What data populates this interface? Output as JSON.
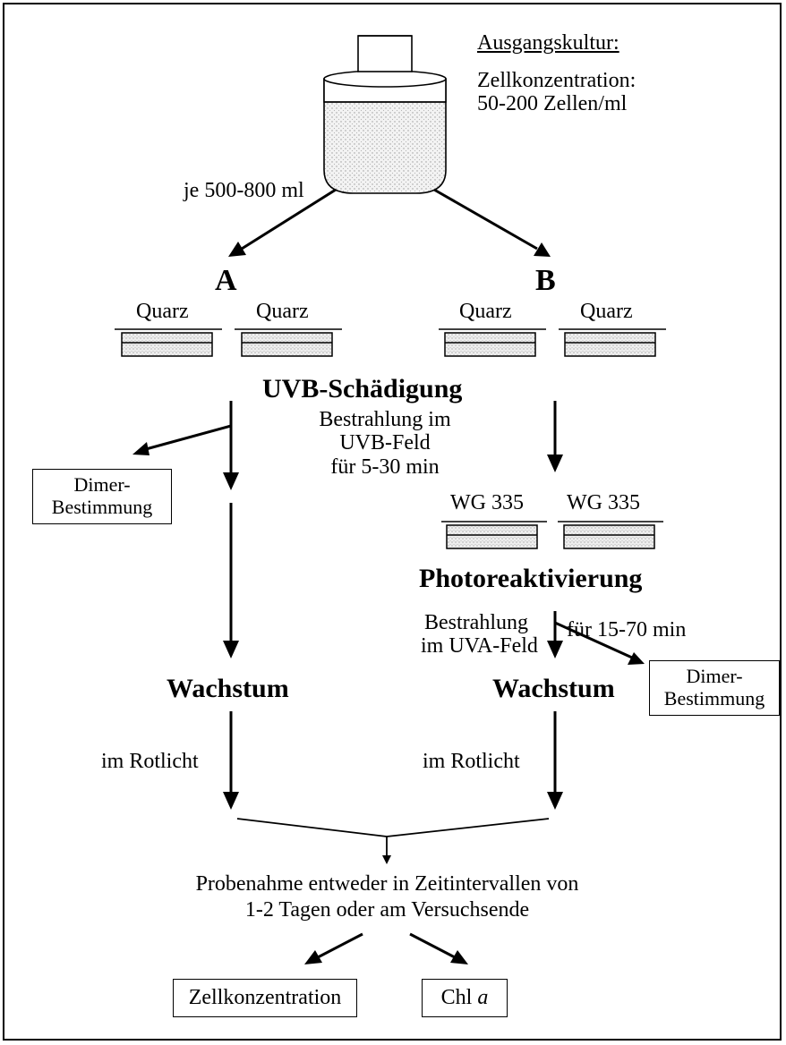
{
  "source": {
    "heading": "Ausgangskultur:",
    "concentration_label": "Zellkonzentration:",
    "concentration_value": "50-200 Zellen/ml",
    "volume": "je 500-800 ml"
  },
  "groups": {
    "a": {
      "label": "A",
      "vessels": [
        "Quarz",
        "Quarz"
      ]
    },
    "b": {
      "label": "B",
      "vessels": [
        "Quarz",
        "Quarz"
      ]
    }
  },
  "uvb": {
    "title": "UVB-Schädigung",
    "lines": [
      "Bestrahlung im",
      "UVB-Feld",
      "für 5-30 min"
    ]
  },
  "dimer_a": {
    "line1": "Dimer-",
    "line2": "Bestimmung"
  },
  "filters": [
    "WG 335",
    "WG 335"
  ],
  "photo": {
    "title": "Photoreaktivierung",
    "bestrahlung": "Bestrahlung",
    "feld": "im UVA-Feld",
    "duration": "für 15-70 min"
  },
  "dimer_b": {
    "line1": "Dimer-",
    "line2": "Bestimmung"
  },
  "growth": {
    "a": {
      "title": "Wachstum",
      "light": "im Rotlicht"
    },
    "b": {
      "title": "Wachstum",
      "light": "im Rotlicht"
    }
  },
  "sampling": {
    "line1": "Probenahme entweder in Zeitintervallen von",
    "line2": "1-2  Tagen oder am Versuchsende"
  },
  "outputs": {
    "cells": "Zellkonzentration",
    "chl_prefix": "Chl",
    "chl_italic": "a"
  }
}
